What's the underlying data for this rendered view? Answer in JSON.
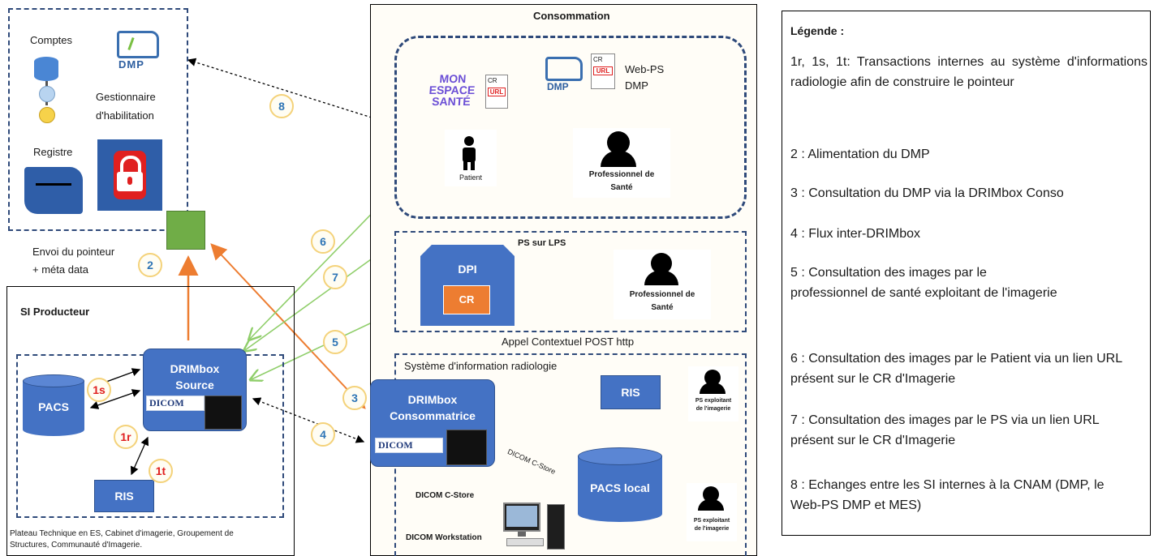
{
  "accounts_panel": {
    "comptes": "Comptes",
    "dmp_logo": "DMP",
    "gestionnaire": "Gestionnaire\nd'habilitation",
    "registre": "Registre"
  },
  "pointer_label": "Envoi du pointeur\n+ méta data",
  "si_producteur": {
    "title": "SI Producteur",
    "drimbox_source": "DRIMbox\nSource",
    "pacs": "PACS",
    "ris": "RIS",
    "footer": "Plateau Technique en ES, Cabinet d'imagerie, Groupement de\nStructures, Communauté d'Imagerie."
  },
  "consommation": {
    "title": "Consommation",
    "mon_espace_sante": "MON\nESPACE\nSANTÉ",
    "cr_url": "CR",
    "url": "URL",
    "webps": "Web-PS\nDMP",
    "patient": "Patient",
    "professionnel": "Professionnel de\nSanté",
    "ps_sur_lps": "PS sur LPS",
    "dpi": "DPI",
    "cr": "CR",
    "appel": "Appel Contextuel POST http",
    "sir_title": "Système d'information radiologie",
    "drimbox_conso": "DRIMbox\nConsommatrice",
    "ris": "RIS",
    "pacs_local": "PACS local",
    "ps_exploitant": "PS exploitant\nde l'imagerie",
    "dicom_cstore_1": "DICOM C-Store",
    "dicom_cstore_2": "DICOM C-Store",
    "dicom_workstation": "DICOM Workstation",
    "dicom_logo": "DICOM"
  },
  "badges": {
    "b1s": "1s",
    "b1r": "1r",
    "b1t": "1t",
    "b2": "2",
    "b3": "3",
    "b4": "4",
    "b5": "5",
    "b6": "6",
    "b7": "7",
    "b8": "8"
  },
  "legend": {
    "title": "Légende :",
    "items": [
      "1r, 1s, 1t: Transactions internes au système d'informations radiologie afin de construire le pointeur",
      "2 : Alimentation du DMP",
      "3 : Consultation du DMP via la DRIMbox Conso",
      "4 : Flux inter-DRIMbox",
      "5 : Consultation des images par le professionnel de santé exploitant de l'imagerie",
      "6 : Consultation des images par le Patient via un lien URL présent sur le CR d'Imagerie",
      "7 : Consultation des images par le PS via un lien URL présent sur le CR d'Imagerie",
      "8 : Echanges entre les SI internes à la CNAM (DMP, le Web-PS DMP et MES)"
    ]
  },
  "colors": {
    "blue_box": "#4472c4",
    "green_arrow": "#8fce6a",
    "orange_arrow": "#ed7d31",
    "badge_border": "#f4d27a"
  }
}
